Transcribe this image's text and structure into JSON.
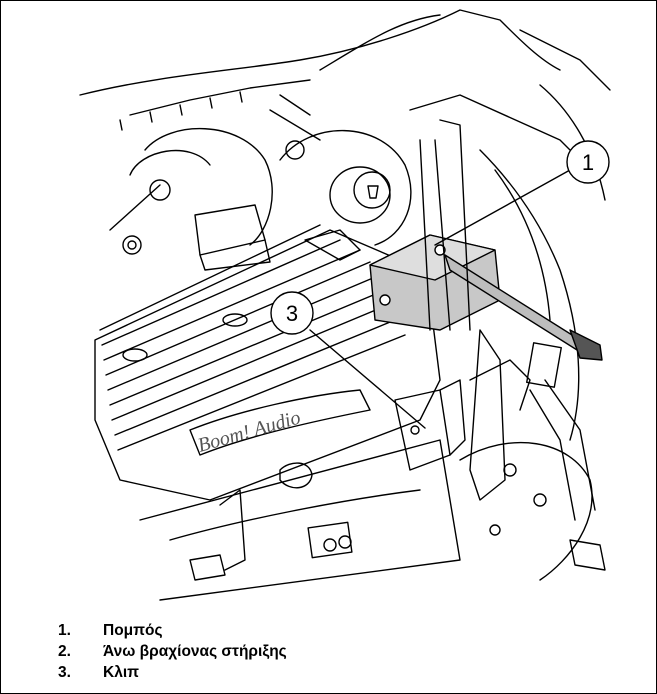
{
  "figure": {
    "callouts": [
      "1",
      "3"
    ],
    "brand_text": "Boom! Audio"
  },
  "legend": [
    {
      "num": "1.",
      "text": "Πομπός"
    },
    {
      "num": "2.",
      "text": "Άνω βραχίονας στήριξης"
    },
    {
      "num": "3.",
      "text": "Κλιπ"
    }
  ]
}
